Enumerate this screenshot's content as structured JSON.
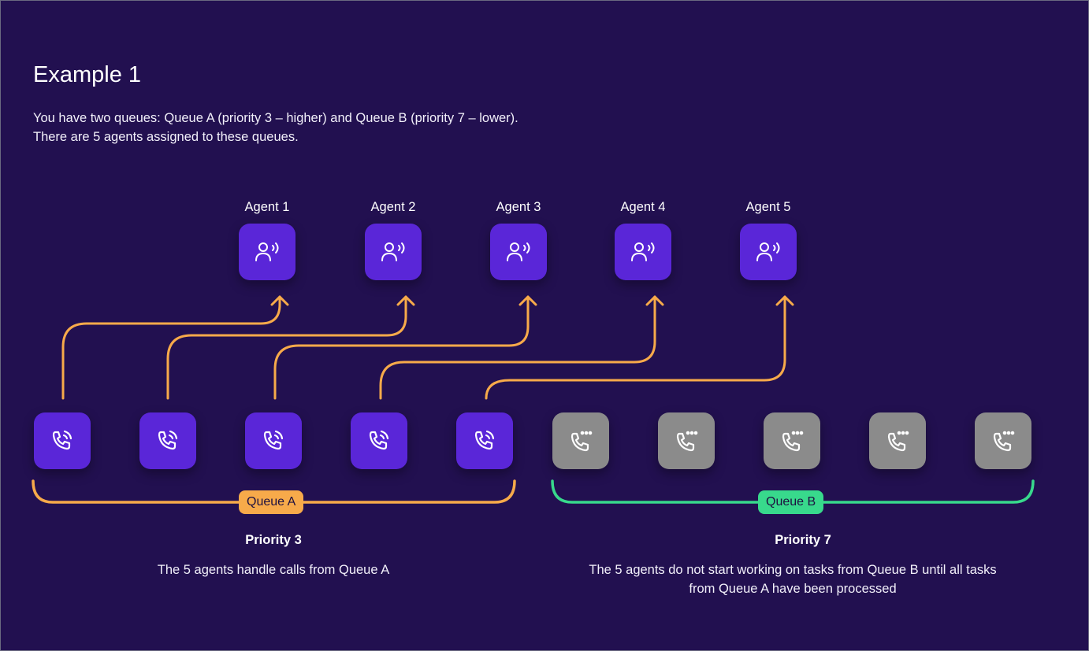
{
  "title": "Example 1",
  "intro": {
    "line1": "You have two queues: Queue A (priority 3 – higher) and Queue B (priority 7 – lower).",
    "line2": "There are 5 agents assigned to these queues."
  },
  "agents": [
    {
      "label": "Agent 1"
    },
    {
      "label": "Agent  2"
    },
    {
      "label": "Agent  3"
    },
    {
      "label": "Agent  4"
    },
    {
      "label": "Agent  5"
    }
  ],
  "queue_a": {
    "label": "Queue A",
    "priority": "Priority 3",
    "description": "The 5 agents handle calls from Queue A",
    "call_icon": "phone-ringing-icon",
    "accent": "#f7aa4a"
  },
  "queue_b": {
    "label": "Queue B",
    "priority": "Priority 7",
    "description_line1": "The 5 agents do not start working on tasks from Queue B until all tasks",
    "description_line2": "from Queue A have been processed",
    "call_icon": "phone-waiting-icon",
    "accent": "#38d98c"
  },
  "colors": {
    "background": "#221050",
    "agent_tile": "#5a26d8",
    "waiting_tile": "#8b8b8b",
    "arrow": "#f7aa4a"
  },
  "agent_icon": "agent-headset-icon"
}
